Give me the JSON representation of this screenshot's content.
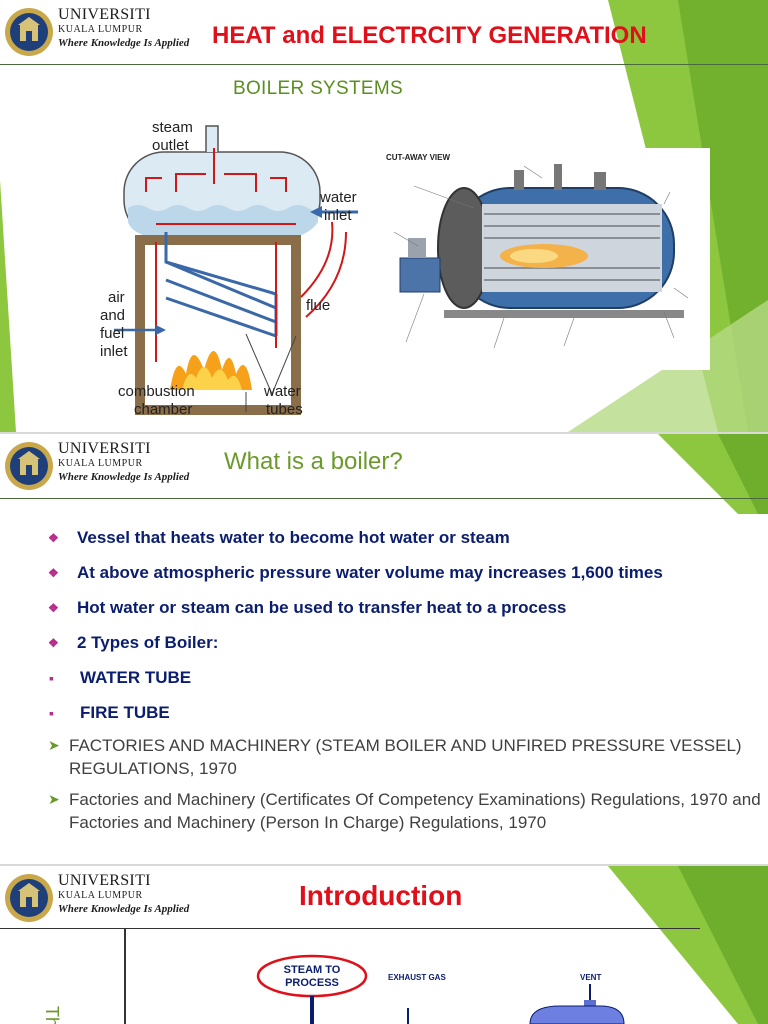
{
  "logo": {
    "name": "UNIVERSITI",
    "sub": "KUALA LUMPUR",
    "tagline": "Where Knowledge Is Applied"
  },
  "slide1": {
    "title": "HEAT and ELECTRCITY GENERATION",
    "subtitle": "BOILER SYSTEMS",
    "diagram_labels": {
      "steam_outlet_1": "steam",
      "steam_outlet_2": "outlet",
      "water_inlet_1": "water",
      "water_inlet_2": "inlet",
      "air_1": "air",
      "air_2": "and",
      "air_3": "fuel",
      "air_4": "inlet",
      "flue": "flue",
      "combustion_1": "combustion",
      "combustion_2": "chamber",
      "tubes_1": "water",
      "tubes_2": "tubes"
    },
    "cutaway_title": "CUT-AWAY VIEW"
  },
  "slide2": {
    "title": "What is a boiler?",
    "bullets": [
      "Vessel that heats water to become hot water or steam",
      "At above atmospheric pressure water volume may increases 1,600 times",
      "Hot water or steam can be used to transfer heat to a process",
      "2 Types of Boiler:"
    ],
    "types": [
      "WATER TUBE",
      "FIRE TUBE"
    ],
    "regulations": [
      "FACTORIES AND MACHINERY (STEAM BOILER AND UNFIRED PRESSURE VESSEL) REGULATIONS, 1970",
      "Factories and Machinery (Certificates Of Competency Examinations) Regulations, 1970 and Factories and Machinery (Person In Charge) Regulations, 1970"
    ]
  },
  "slide3": {
    "title": "Introduction",
    "steam_to_process_1": "STEAM TO",
    "steam_to_process_2": "PROCESS",
    "exhaust_gas": "EXHAUST GAS",
    "vent": "VENT",
    "side_text": "Th"
  },
  "colors": {
    "title_red": "#e0101a",
    "green": "#6b9a2a",
    "navy": "#0b1d6e",
    "bullet_magenta": "#b72d8c"
  }
}
